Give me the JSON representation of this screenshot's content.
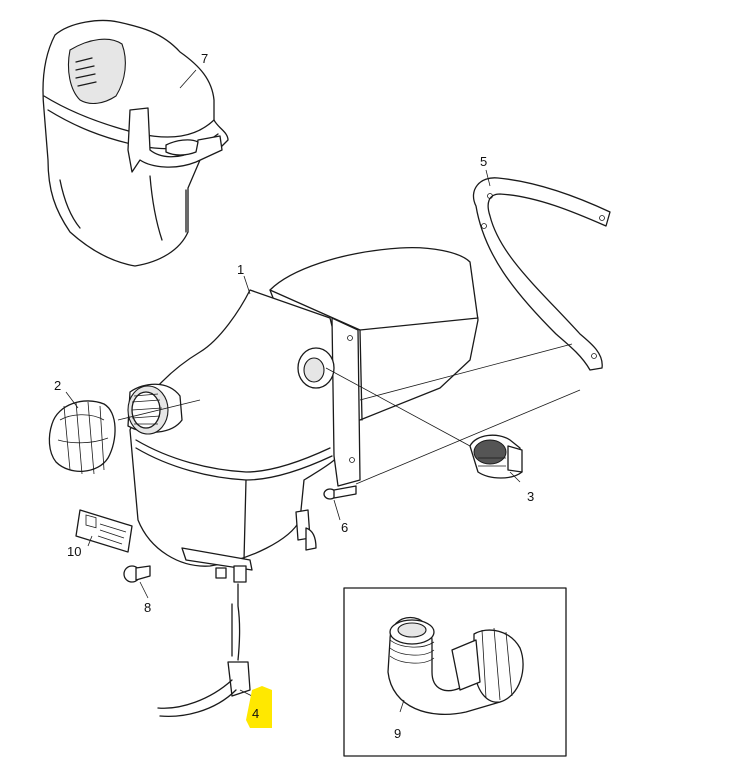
{
  "callouts": {
    "c1": "1",
    "c2": "2",
    "c3": "3",
    "c4": "4",
    "c5": "5",
    "c6": "6",
    "c7": "7",
    "c8": "8",
    "c9": "9",
    "c10": "10"
  },
  "highlight": {
    "color": "#ffe800",
    "target": "4"
  },
  "inset_box": {
    "callout": "9"
  }
}
